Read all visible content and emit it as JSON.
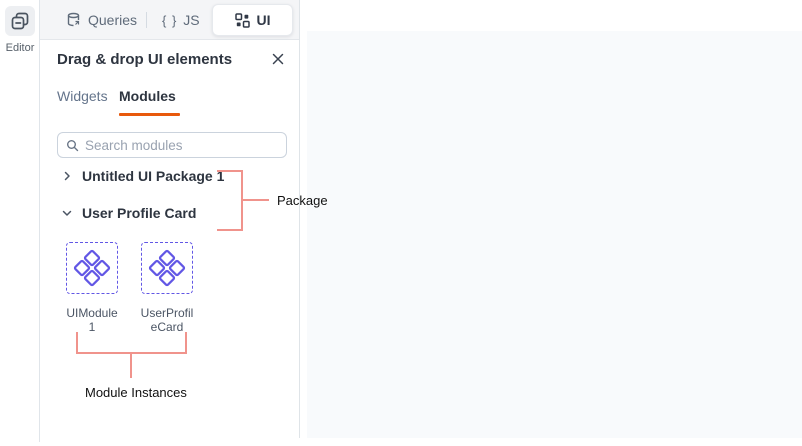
{
  "left_rail": {
    "editor_label": "Editor"
  },
  "seg_bar": {
    "queries_label": "Queries",
    "braces_glyph": "{ }",
    "js_label": "JS",
    "ui_label": "UI"
  },
  "panel": {
    "title": "Drag & drop UI elements",
    "tabs": [
      {
        "label": "Widgets",
        "active": false
      },
      {
        "label": "Modules",
        "active": true
      }
    ],
    "search_placeholder": "Search modules",
    "packages": [
      {
        "name": "Untitled UI Package 1",
        "state": "collapsed"
      },
      {
        "name": "User Profile Card",
        "state": "expanded"
      }
    ],
    "modules": [
      {
        "label": "UIModule 1",
        "line1": "UIModule",
        "line2": "1"
      },
      {
        "label": "UserProfileCard",
        "line1": "UserProfil",
        "line2": "eCard"
      }
    ]
  },
  "annotations": {
    "package_label": "Package",
    "module_instances_label": "Module Instances",
    "line_color": "#F0938C"
  },
  "colors": {
    "accent_orange": "#E8590C",
    "module_purple": "#6257E5",
    "canvas_gray": "#F8FAFC"
  }
}
